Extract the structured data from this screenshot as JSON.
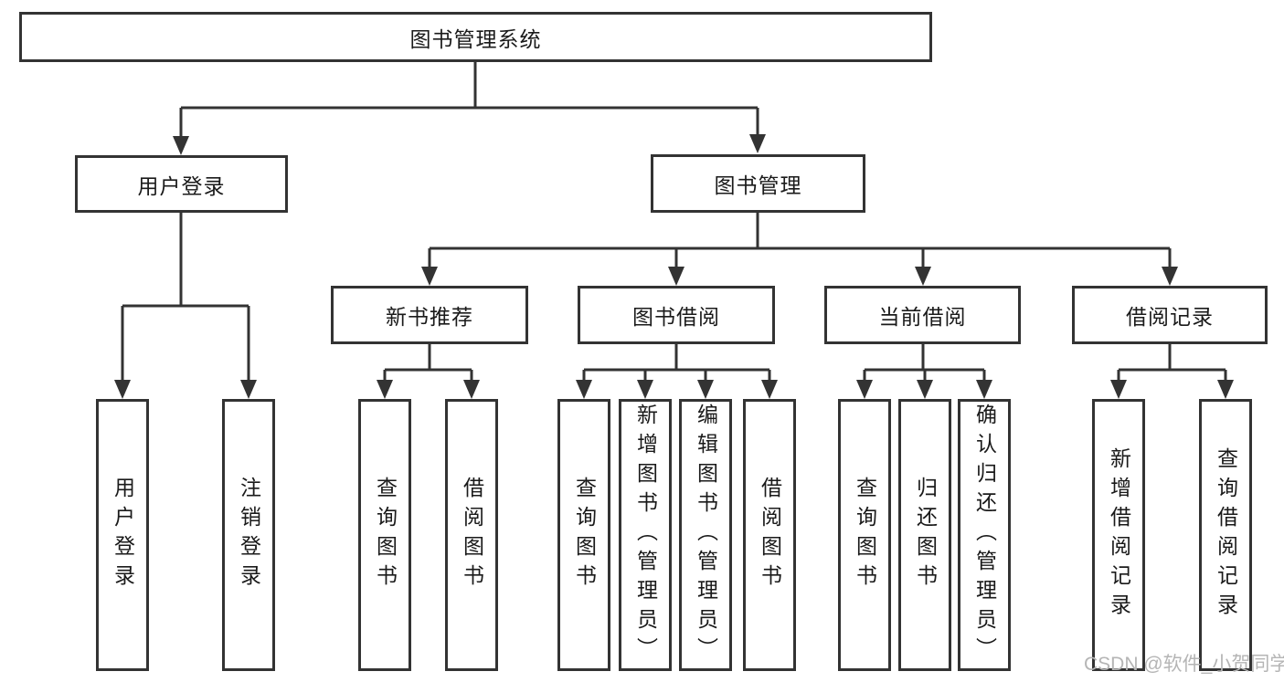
{
  "diagram_type": "hierarchy-tree",
  "colors": {
    "line": "#333333",
    "border": "#333333",
    "text": "#1a1a1a",
    "background": "#ffffff",
    "watermark": "#b5b5b5"
  },
  "root": {
    "label": "图书管理系统"
  },
  "branches": [
    {
      "label": "用户登录",
      "children": [
        {
          "label": "用户登录"
        },
        {
          "label": "注销登录"
        }
      ]
    },
    {
      "label": "图书管理",
      "sections": [
        {
          "label": "新书推荐",
          "children": [
            {
              "label": "查询图书"
            },
            {
              "label": "借阅图书"
            }
          ]
        },
        {
          "label": "图书借阅",
          "children": [
            {
              "label": "查询图书"
            },
            {
              "label": "新增图书（管理员）"
            },
            {
              "label": "编辑图书（管理员）"
            },
            {
              "label": "借阅图书"
            }
          ]
        },
        {
          "label": "当前借阅",
          "children": [
            {
              "label": "查询图书"
            },
            {
              "label": "归还图书"
            },
            {
              "label": "确认归还（管理员）"
            }
          ]
        },
        {
          "label": "借阅记录",
          "children": [
            {
              "label": "新增借阅记录"
            },
            {
              "label": "查询借阅记录"
            }
          ]
        }
      ]
    }
  ],
  "watermark": {
    "text": "CSDN @软件_小贺同学"
  }
}
